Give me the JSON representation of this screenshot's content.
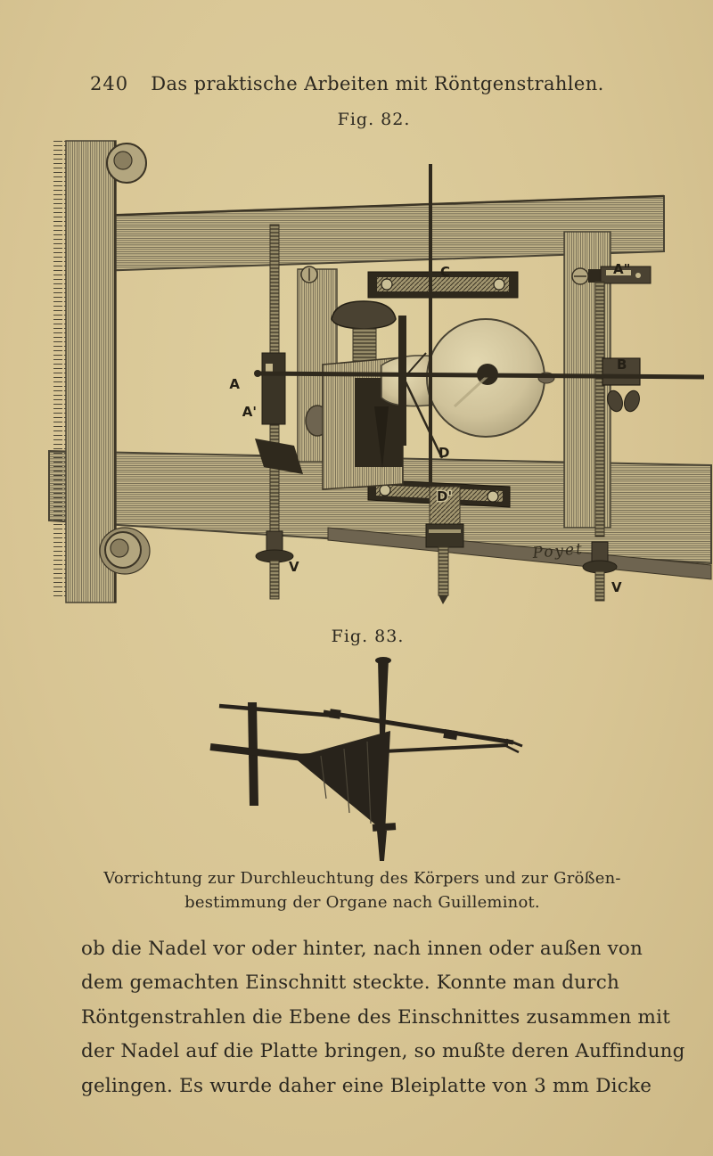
{
  "page": {
    "number": "240",
    "running_title": "Das praktische Arbeiten mit Röntgenstrahlen."
  },
  "fig82": {
    "label": "Fig. 82.",
    "annotations": {
      "a": "A",
      "a_prime": "A'",
      "a_doubleprime": "A\"",
      "b": "B",
      "c": "C",
      "d": "D",
      "d_prime": "D'",
      "v_left": "V",
      "v_right": "V",
      "signature": "Poyet"
    }
  },
  "fig83": {
    "label": "Fig. 83."
  },
  "caption": {
    "line1": "Vorrichtung zur Durchleuchtung des Körpers und zur Größen-",
    "line2": "bestimmung der Organe nach Guilleminot."
  },
  "body": {
    "lines": [
      "ob die Nadel vor oder hinter, nach innen oder außen von",
      "dem gemachten Einschnitt steckte.  Konnte man durch",
      "Röntgenstrahlen die Ebene des Einschnittes zusammen mit",
      "der Nadel auf die Platte bringen, so mußte deren Auffindung",
      "gelingen.  Es wurde daher eine Bleiplatte von 3 mm Dicke"
    ]
  },
  "colors": {
    "paper": "#d8c594",
    "ink": "#2c2820",
    "engraving": "#433d2c"
  }
}
